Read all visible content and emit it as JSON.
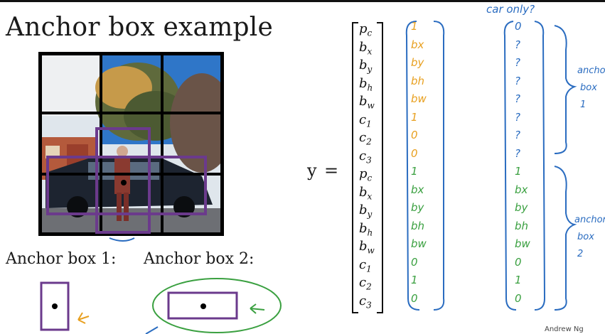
{
  "slide": {
    "title": "Anchor box example",
    "anchor1_label": "Anchor box 1:",
    "anchor2_label": "Anchor box 2:",
    "y_label": "y",
    "equals": "="
  },
  "vector": {
    "rows": [
      {
        "sym": "p",
        "sub": "c"
      },
      {
        "sym": "b",
        "sub": "x"
      },
      {
        "sym": "b",
        "sub": "y"
      },
      {
        "sym": "b",
        "sub": "h"
      },
      {
        "sym": "b",
        "sub": "w"
      },
      {
        "sym": "c",
        "sub": "1"
      },
      {
        "sym": "c",
        "sub": "2"
      },
      {
        "sym": "c",
        "sub": "3"
      },
      {
        "sym": "p",
        "sub": "c"
      },
      {
        "sym": "b",
        "sub": "x"
      },
      {
        "sym": "b",
        "sub": "y"
      },
      {
        "sym": "b",
        "sub": "h"
      },
      {
        "sym": "b",
        "sub": "w"
      },
      {
        "sym": "c",
        "sub": "1"
      },
      {
        "sym": "c",
        "sub": "2"
      },
      {
        "sym": "c",
        "sub": "3"
      }
    ]
  },
  "handwriting": {
    "col1_top": [
      "1",
      "bx",
      "by",
      "bh",
      "bw",
      "1",
      "0",
      "0"
    ],
    "col1_bottom": [
      "1",
      "bx",
      "by",
      "bh",
      "bw",
      "0",
      "1",
      "0"
    ],
    "col2_top": [
      "0",
      "?",
      "?",
      "?",
      "?",
      "?",
      "?",
      "?"
    ],
    "col2_bottom": [
      "1",
      "bx",
      "by",
      "bh",
      "bw",
      "0",
      "1",
      "0"
    ],
    "car_only": "car only?",
    "anchor_box_1": [
      "anchor",
      "box",
      "1"
    ],
    "anchor_box_2": [
      "anchor",
      "box",
      "2"
    ],
    "corner_note": "Andrew Ng"
  },
  "colors": {
    "purple": "#6b3a8c",
    "orange": "#e8a020",
    "green": "#3aa040",
    "blue": "#2a6cc0"
  }
}
